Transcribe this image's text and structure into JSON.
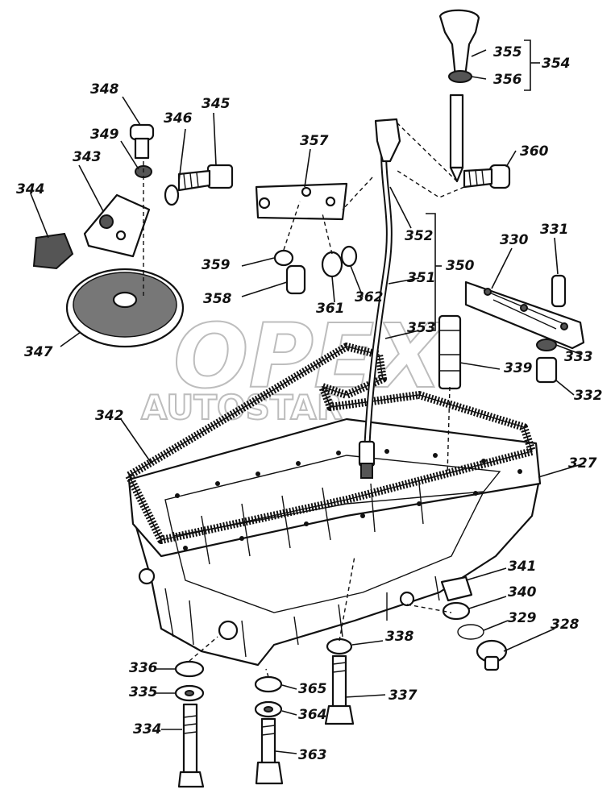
{
  "watermark": {
    "line1": "OPEX",
    "line2": "AUTOSTAR"
  },
  "callouts": [
    {
      "id": "c355",
      "text": "355"
    },
    {
      "id": "c354",
      "text": "354"
    },
    {
      "id": "c356",
      "text": "356"
    },
    {
      "id": "c348",
      "text": "348"
    },
    {
      "id": "c346",
      "text": "346"
    },
    {
      "id": "c345",
      "text": "345"
    },
    {
      "id": "c349",
      "text": "349"
    },
    {
      "id": "c343",
      "text": "343"
    },
    {
      "id": "c357",
      "text": "357"
    },
    {
      "id": "c360",
      "text": "360"
    },
    {
      "id": "c344",
      "text": "344"
    },
    {
      "id": "c352",
      "text": "352"
    },
    {
      "id": "c331",
      "text": "331"
    },
    {
      "id": "c330",
      "text": "330"
    },
    {
      "id": "c359",
      "text": "359"
    },
    {
      "id": "c350",
      "text": "350"
    },
    {
      "id": "c351",
      "text": "351"
    },
    {
      "id": "c358",
      "text": "358"
    },
    {
      "id": "c361",
      "text": "361"
    },
    {
      "id": "c362",
      "text": "362"
    },
    {
      "id": "c347",
      "text": "347"
    },
    {
      "id": "c353",
      "text": "353"
    },
    {
      "id": "c333",
      "text": "333"
    },
    {
      "id": "c339",
      "text": "339"
    },
    {
      "id": "c332",
      "text": "332"
    },
    {
      "id": "c342",
      "text": "342"
    },
    {
      "id": "c327",
      "text": "327"
    },
    {
      "id": "c341",
      "text": "341"
    },
    {
      "id": "c340",
      "text": "340"
    },
    {
      "id": "c329",
      "text": "329"
    },
    {
      "id": "c328",
      "text": "328"
    },
    {
      "id": "c338",
      "text": "338"
    },
    {
      "id": "c336",
      "text": "336"
    },
    {
      "id": "c335",
      "text": "335"
    },
    {
      "id": "c365",
      "text": "365"
    },
    {
      "id": "c337",
      "text": "337"
    },
    {
      "id": "c364",
      "text": "364"
    },
    {
      "id": "c334",
      "text": "334"
    },
    {
      "id": "c363",
      "text": "363"
    }
  ]
}
